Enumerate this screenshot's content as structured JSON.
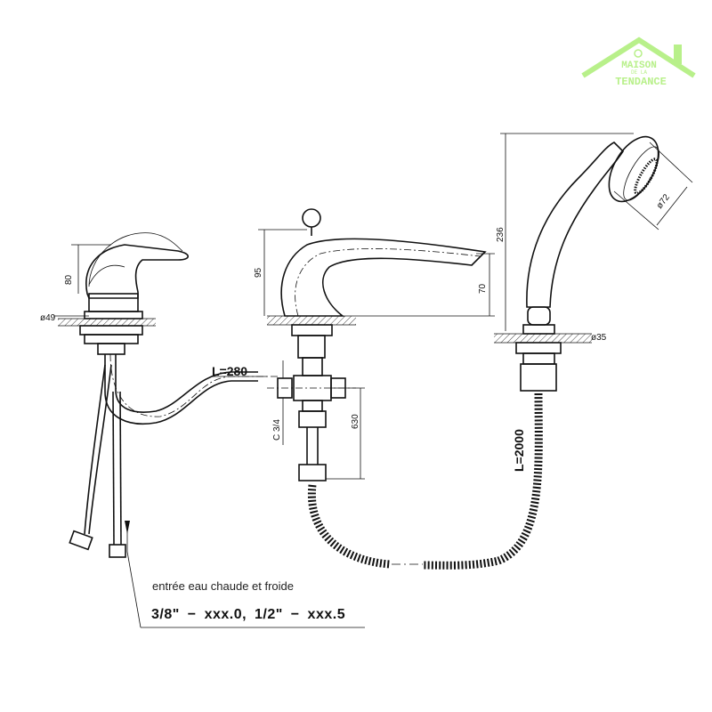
{
  "logo": {
    "line1": "MAISON",
    "line2": "DE LA",
    "line3": "TENDANCE",
    "color": "#b8f08a"
  },
  "dimensions": {
    "mixer_height": "80",
    "mixer_diameter": "ø49",
    "spout_height": "95",
    "spout_outlet_height": "70",
    "pipe_length": "L=280",
    "thread": "C 3/4",
    "connection_depth": "630",
    "shower_height": "236",
    "shower_head_diameter": "ø72",
    "shower_base_diameter": "ø35",
    "hose_length": "L=2000"
  },
  "notes": {
    "inlet": "entrée eau chaude et froide",
    "codes": "3/8\" − xxx.0,  1/2\" − xxx.5"
  }
}
